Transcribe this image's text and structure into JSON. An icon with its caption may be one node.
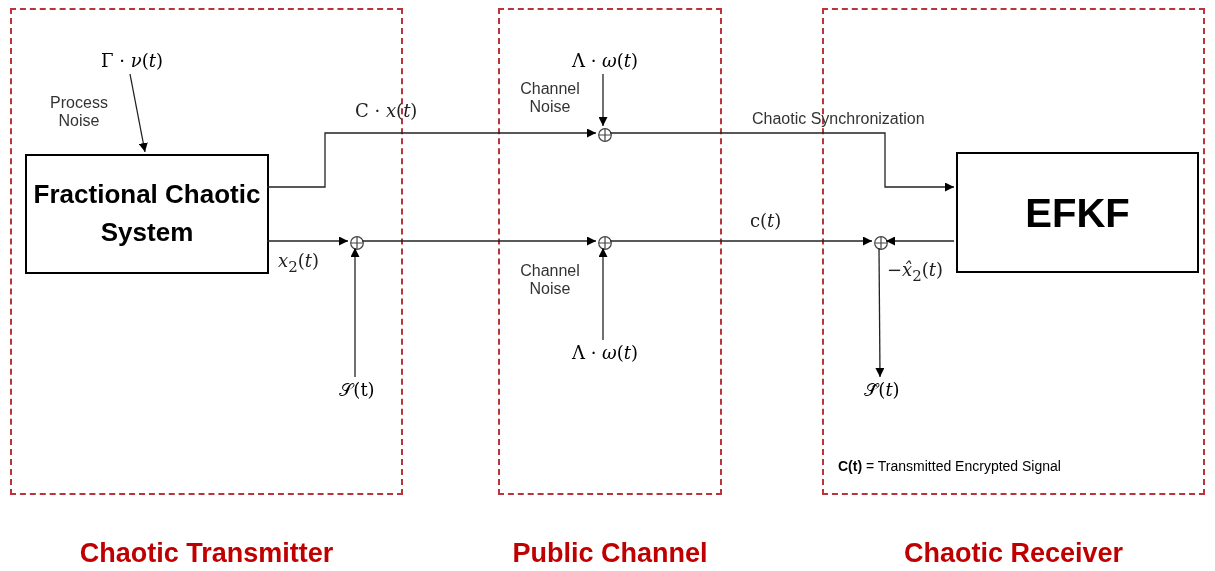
{
  "diagram": {
    "nodes": [
      {
        "text": [
          "Chaotic Transmitter"
        ]
      },
      {
        "text": [
          "Γ · *ν*(*t*)"
        ],
        "in": 0
      },
      {
        "text": [
          "Fractional Chaotic System"
        ],
        "in": 0
      },
      {
        "text": [],
        "shape": "circle",
        "in": 0
      },
      {
        "text": [
          "𝒮(t)"
        ],
        "in": 0
      },
      {
        "text": [
          "Public Channel"
        ]
      },
      {
        "text": [
          "Λ · *ω*(*t*)"
        ],
        "in": 5
      },
      {
        "text": [],
        "shape": "circle",
        "in": 5
      },
      {
        "text": [],
        "shape": "circle",
        "in": 5
      },
      {
        "text": [
          "Λ · *ω*(*t*)"
        ],
        "in": 5
      },
      {
        "text": [
          "Chaotic Receiver"
        ]
      },
      {
        "text": [
          "EFKF"
        ],
        "in": 10
      },
      {
        "text": [],
        "shape": "circle",
        "in": 10
      },
      {
        "text": [
          "𝒮̂(*t*)"
        ],
        "in": 10
      }
    ],
    "edges": [
      {
        "from": 1,
        "to": 2,
        "arrow": "to",
        "label": "Process Noise"
      },
      {
        "from": 2,
        "to": 7,
        "arrow": "to",
        "label": "C · *x*(*t*)"
      },
      {
        "from": 7,
        "to": 11,
        "arrow": "to",
        "label": "Chaotic Synchronization"
      },
      {
        "from": 2,
        "to": 3,
        "arrow": "to",
        "label": "*x*$_{2}$(*t*)"
      },
      {
        "from": 4,
        "to": 3,
        "arrow": "to"
      },
      {
        "from": 3,
        "to": 8,
        "arrow": "to"
      },
      {
        "from": 6,
        "to": 7,
        "arrow": "to",
        "label": "Channel Noise"
      },
      {
        "from": 9,
        "to": 8,
        "arrow": "to",
        "label": "Channel Noise"
      },
      {
        "from": 8,
        "to": 12,
        "arrow": "to",
        "label": "c(*t*)"
      },
      {
        "from": 11,
        "to": 12,
        "arrow": "to",
        "label": "−*x̂*$_{2}$(*t*)"
      },
      {
        "from": 12,
        "to": 13,
        "arrow": "to"
      }
    ],
    "labels": [
      "**C(t)** = Transmitted Encrypted Signal"
    ]
  }
}
